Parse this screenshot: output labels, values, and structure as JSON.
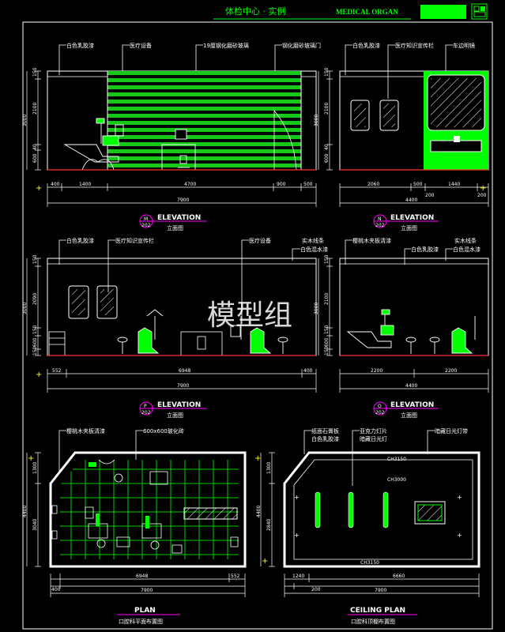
{
  "header": {
    "title_cn": "体检中心 · 实例",
    "title_en": "MEDICAL ORGAN"
  },
  "watermark": "模型组",
  "colors": {
    "line": "#ffffff",
    "accent": "#00ff00",
    "magenta": "#ff00ff",
    "red": "#ff3030",
    "dim": "#c8c8c8"
  },
  "panel_m": {
    "badge_top": "M",
    "badge_bot": "202",
    "title": "ELEVATION",
    "subtitle": "立面图",
    "labels": [
      "白色乳胶漆",
      "医疗设备",
      "19厘钢化磨砂玻璃",
      "钢化磨砂玻璃门"
    ],
    "bottom_dims": [
      "400",
      "1400",
      "4700",
      "900",
      "500"
    ],
    "total": "7900",
    "side_dims": [
      "150",
      "2100",
      "3000",
      "40",
      "600"
    ]
  },
  "panel_n": {
    "badge_top": "N",
    "badge_bot": "202",
    "title": "ELEVATION",
    "subtitle": "立面图",
    "labels": [
      "白色乳胶漆",
      "医疗知识宣传栏",
      "车边明镜"
    ],
    "bottom_dims": [
      "2060",
      "500",
      "1440",
      "200",
      "200"
    ],
    "total": "4400",
    "side_dims": [
      "150",
      "2100",
      "3000",
      "40",
      "600"
    ]
  },
  "panel_p": {
    "badge_top": "P",
    "badge_bot": "202",
    "title": "ELEVATION",
    "subtitle": "立面图",
    "labels": [
      "白色乳胶漆",
      "医疗知识宣传栏",
      "医疗设备",
      "实木线条",
      "白色混水漆"
    ],
    "bottom_dims": [
      "552",
      "6948",
      "400"
    ],
    "total": "7900",
    "side_dims": [
      "150",
      "2090",
      "3000",
      "150",
      "600",
      "150"
    ]
  },
  "panel_o": {
    "badge_top": "O",
    "badge_bot": "202",
    "title": "ELEVATION",
    "subtitle": "立面图",
    "labels": [
      "樱桃木夹板清漆",
      "白色乳胶漆",
      "实木线条",
      "白色混水漆"
    ],
    "bottom_dims": [
      "2200",
      "2200"
    ],
    "total": "4400",
    "side_dims": [
      "150",
      "2100",
      "3000",
      "150",
      "600",
      "150"
    ]
  },
  "plan": {
    "title": "PLAN",
    "subtitle": "口腔科平面布置图",
    "labels": [
      "樱桃木夹板清漆",
      "600x600玻化砖"
    ],
    "bottom_dims": [
      "6948",
      "552"
    ],
    "bottom_dims2": [
      "400"
    ],
    "total": "7900",
    "side_dims": [
      "1300",
      "4400",
      "3040"
    ]
  },
  "ceiling": {
    "title": "CEILING PLAN",
    "subtitle": "口腔科顶棚布置图",
    "labels": [
      "纸面石膏板",
      "白色乳胶漆",
      "亚克力灯片",
      "暗藏日光灯",
      "暗藏日光灯带"
    ],
    "ch_top": "CH3150",
    "ch_mid": "CH3000",
    "ch_bot": "CH3150",
    "bottom_dims": [
      "1240",
      "6660"
    ],
    "bottom_dims2": [
      "200"
    ],
    "total": "7900",
    "side_dims": [
      "1300",
      "4400",
      "2840"
    ]
  }
}
